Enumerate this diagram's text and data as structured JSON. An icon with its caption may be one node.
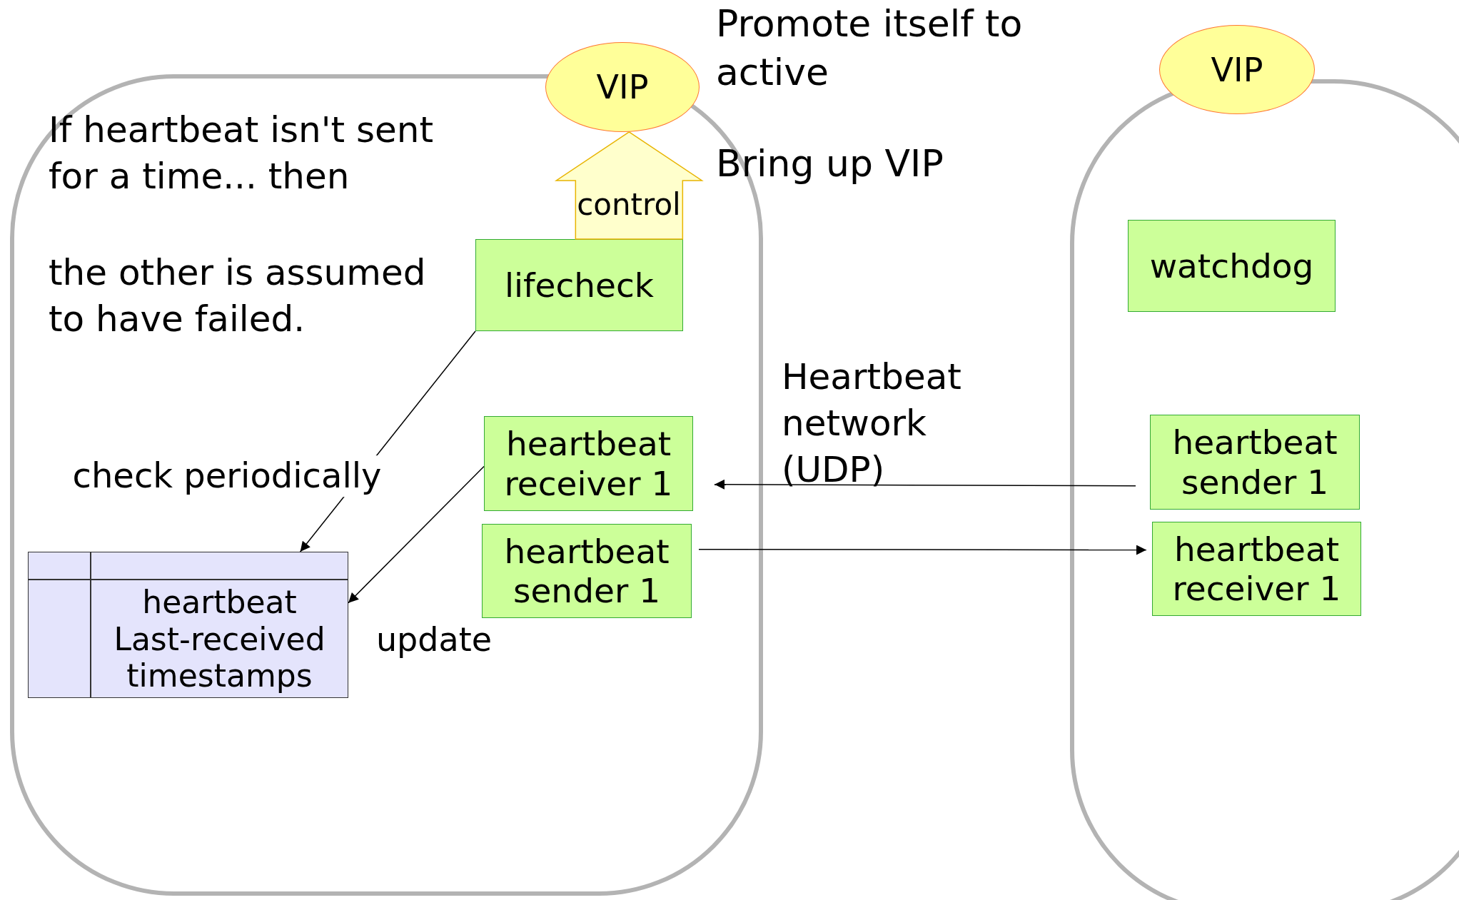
{
  "diagram": {
    "nodes": [
      {
        "text": [],
        "shape": "box"
      },
      {
        "text": [
          "VIP"
        ]
      },
      {
        "text": [
          "lifecheck"
        ],
        "in": 0
      },
      {
        "text": [
          "heartbeat receiver 1"
        ],
        "in": 0
      },
      {
        "text": [
          "heartbeat sender 1"
        ],
        "in": 0
      },
      {
        "text": [
          "heartbeat Last-received timestamps"
        ],
        "in": 0
      },
      {
        "text": [],
        "shape": "box"
      },
      {
        "text": [
          "VIP"
        ]
      },
      {
        "text": [
          "watchdog"
        ],
        "in": 6
      },
      {
        "text": [
          "heartbeat sender 1"
        ],
        "in": 6
      },
      {
        "text": [
          "heartbeat receiver 1"
        ],
        "in": 6
      }
    ],
    "edges": [
      {
        "from": 2,
        "to": 1,
        "arrow": "to",
        "label": "control"
      },
      {
        "from": 2,
        "to": 5,
        "arrow": "to",
        "label": "check periodically"
      },
      {
        "from": 3,
        "to": 5,
        "arrow": "to",
        "label": "update"
      },
      {
        "from": 9,
        "to": 3,
        "arrow": "to"
      },
      {
        "from": 4,
        "to": 10,
        "arrow": "to"
      }
    ],
    "labels": [
      "Promote itself to active",
      "Bring up VIP",
      "If heartbeat isn't sent for a time... then",
      "the other is assumed to have failed.",
      "Heartbeat network (UDP)"
    ]
  }
}
